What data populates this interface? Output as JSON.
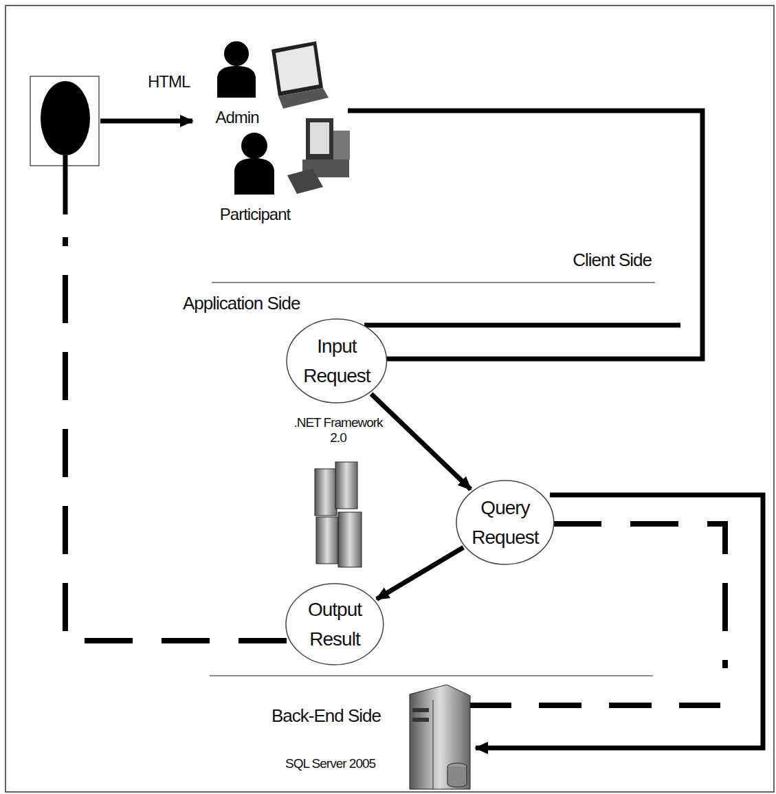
{
  "diagram": {
    "nodes": [
      {
        "text": [
          "Input Request"
        ]
      },
      {
        "text": [
          "Query Request"
        ]
      },
      {
        "text": [
          "Output Result"
        ]
      }
    ],
    "edges": [
      {
        "from": 0,
        "to": 1,
        "arrow": "to"
      },
      {
        "from": 1,
        "to": 2,
        "arrow": "to"
      }
    ],
    "labels": [
      "HTML",
      "Admin",
      "Participant",
      "Client Side",
      "Application Side",
      ".NET Framework 2.0",
      "Back-End Side",
      "SQL Server 2005"
    ]
  }
}
